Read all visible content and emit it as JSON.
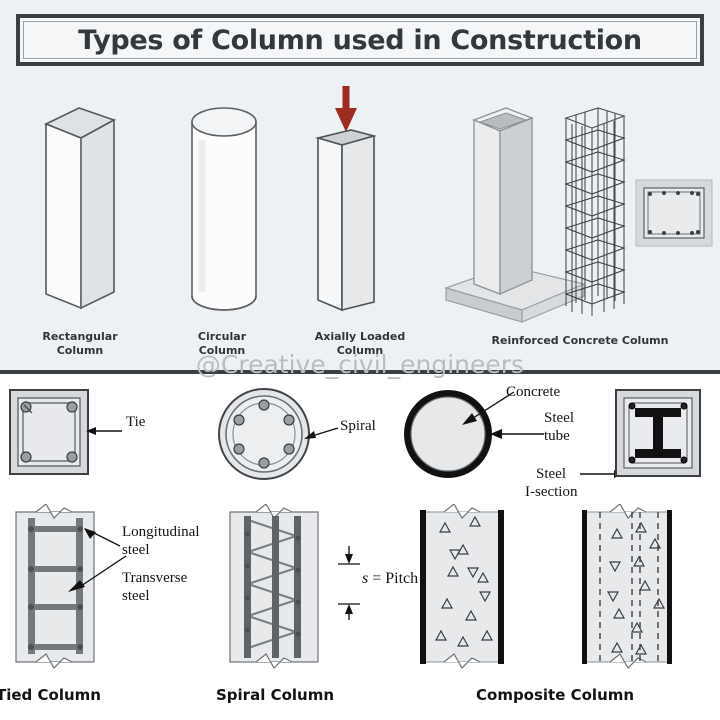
{
  "title": "Types of Column used in Construction",
  "watermark": "@Creative_civil_engineers",
  "colors": {
    "top_panel_bg": "#eef1f3",
    "bottom_panel_bg": "#ffffff",
    "title_border": "#3a3f45",
    "title_text": "#33383d",
    "divider": "#3b3f44",
    "load_arrow": "#9c2b20",
    "concrete_fill": "#e3e5e8",
    "steel_dark": "#111111",
    "rebar_gray": "#6f747a",
    "watermark": "#b9bdc1"
  },
  "top_row": {
    "figures": [
      {
        "name": "rectangular-column",
        "caption_lines": [
          "Rectangular",
          "Column"
        ]
      },
      {
        "name": "circular-column",
        "caption_lines": [
          "Circular",
          "Column"
        ]
      },
      {
        "name": "axially-loaded-column",
        "caption_lines": [
          "Axially Loaded",
          "Column"
        ],
        "annotation": "axial-load-arrow"
      },
      {
        "name": "reinforced-concrete-column",
        "caption_lines": [
          "Reinforced Concrete Column"
        ]
      }
    ]
  },
  "bottom": {
    "cross_sections": [
      {
        "name": "tied-column-section",
        "label": "Tie"
      },
      {
        "name": "spiral-column-section",
        "label": "Spiral"
      },
      {
        "name": "concrete-filled-tube-section",
        "labels": [
          "Concrete",
          "Steel tube"
        ]
      },
      {
        "name": "encased-i-section",
        "labels": [
          "Steel",
          "I-section"
        ]
      }
    ],
    "elevations": [
      {
        "name": "tied-column-elevation",
        "labels": [
          "Longitudinal",
          "steel",
          "Transverse",
          "steel"
        ]
      },
      {
        "name": "spiral-column-elevation",
        "dimension": "s = Pitch"
      },
      {
        "name": "composite-filled-elevation"
      },
      {
        "name": "composite-encased-elevation"
      }
    ],
    "labels": {
      "concrete": "Concrete",
      "steel_tube_l1": "Steel",
      "steel_tube_l2": "tube",
      "steel_isec_l1": "Steel",
      "steel_isec_l2": "I-section",
      "tie": "Tie",
      "spiral": "Spiral",
      "longitudinal_l1": "Longitudinal",
      "longitudinal_l2": "steel",
      "transverse_l1": "Transverse",
      "transverse_l2": "steel",
      "pitch_italic": "s",
      "pitch_rest": " = Pitch"
    },
    "captions": [
      "Tied Column",
      "Spiral Column",
      "Composite Column"
    ]
  }
}
